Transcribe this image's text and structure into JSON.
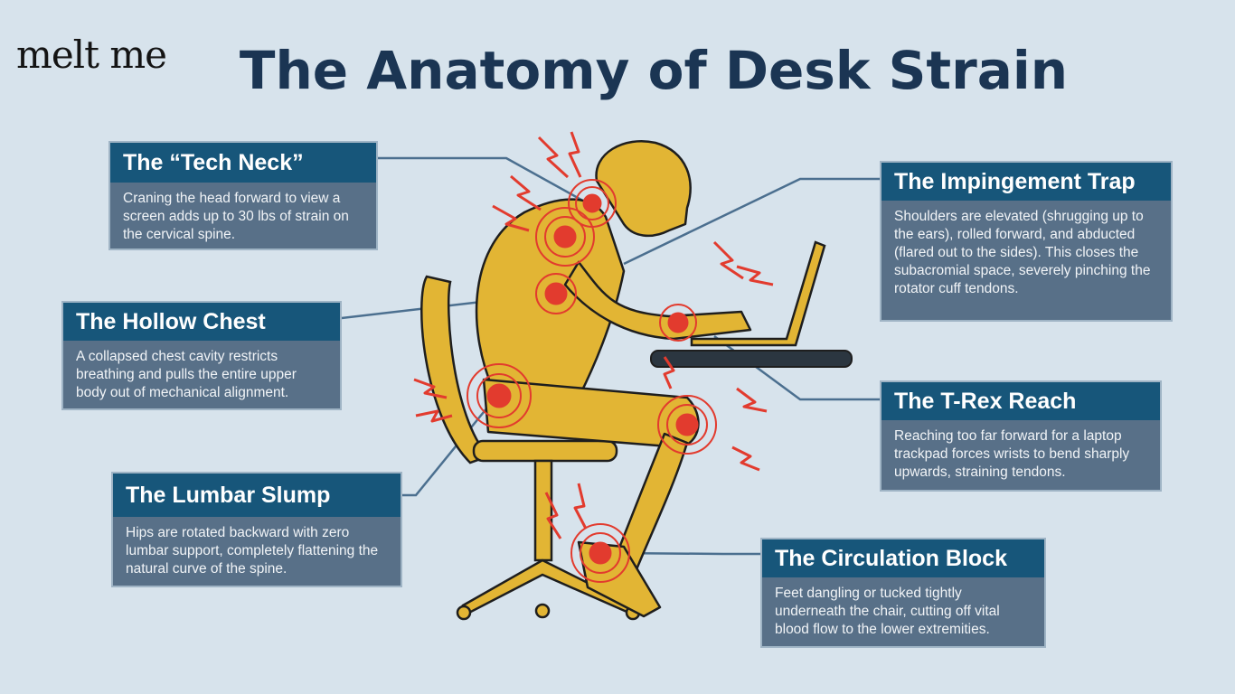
{
  "brand": {
    "name": "melt me"
  },
  "title": "The Anatomy of Desk Strain",
  "colors": {
    "background": "#d7e3ec",
    "title": "#1b3553",
    "card_header": "#17567a",
    "card_body": "#587088",
    "figure_fill": "#e2b534",
    "pain_point": "#e23b2e"
  },
  "callouts": {
    "tech_neck": {
      "title": "The “Tech Neck”",
      "text": "Craning the head forward to view a screen adds up to 30 lbs of strain on the cervical spine."
    },
    "hollow_chest": {
      "title": "The Hollow Chest",
      "text": "A collapsed chest cavity restricts breathing and pulls the entire upper body out of mechanical alignment."
    },
    "lumbar_slump": {
      "title": "The Lumbar Slump",
      "text": "Hips are rotated backward with zero lumbar support, completely flattening the natural curve of the spine."
    },
    "impingement_trap": {
      "title": "The Impingement Trap",
      "text": "Shoulders are elevated (shrugging up to the ears), rolled forward, and abducted (flared out to the sides). This closes the subacromial space, severely pinching the rotator cuff tendons."
    },
    "trex_reach": {
      "title": "The T-Rex Reach",
      "text": "Reaching too far forward for a laptop trackpad forces wrists to bend sharply upwards, straining tendons."
    },
    "circulation_block": {
      "title": "The Circulation Block",
      "text": "Feet dangling or tucked tightly underneath the chair, cutting off vital blood flow to the lower extremities."
    }
  }
}
